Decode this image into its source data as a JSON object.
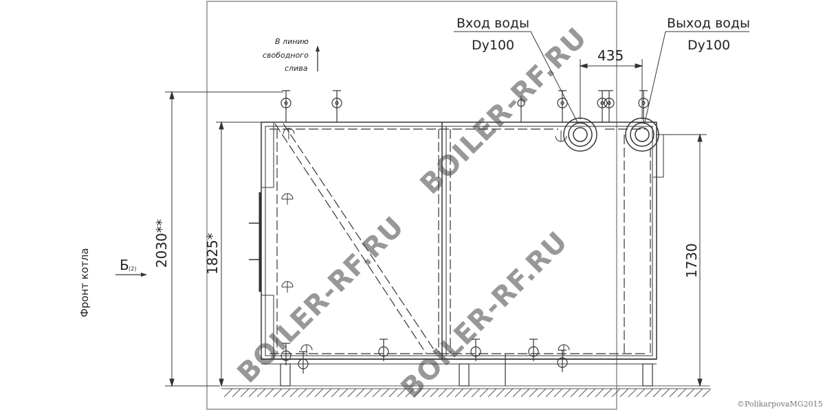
{
  "labels": {
    "water_inlet": "Вход воды",
    "water_inlet_size": "Dy100",
    "water_outlet": "Выход воды",
    "water_outlet_size": "Dy100",
    "free_drain_line1": "В линию",
    "free_drain_line2": "свободного",
    "free_drain_line3": "слива",
    "boiler_front": "Фронт котла",
    "view_marker": "Б",
    "view_marker_sheet": "(2)"
  },
  "dimensions": {
    "top_spacing": "435",
    "total_height": "2030**",
    "body_height": "1825*",
    "outlet_height": "1730"
  },
  "watermarks": {
    "text": "BOILER-RF.RU"
  },
  "copyright": "©PolikarpovaMG2015",
  "colors": {
    "line": "#333333",
    "frame": "#aaaaaa",
    "watermark": "#444444"
  }
}
